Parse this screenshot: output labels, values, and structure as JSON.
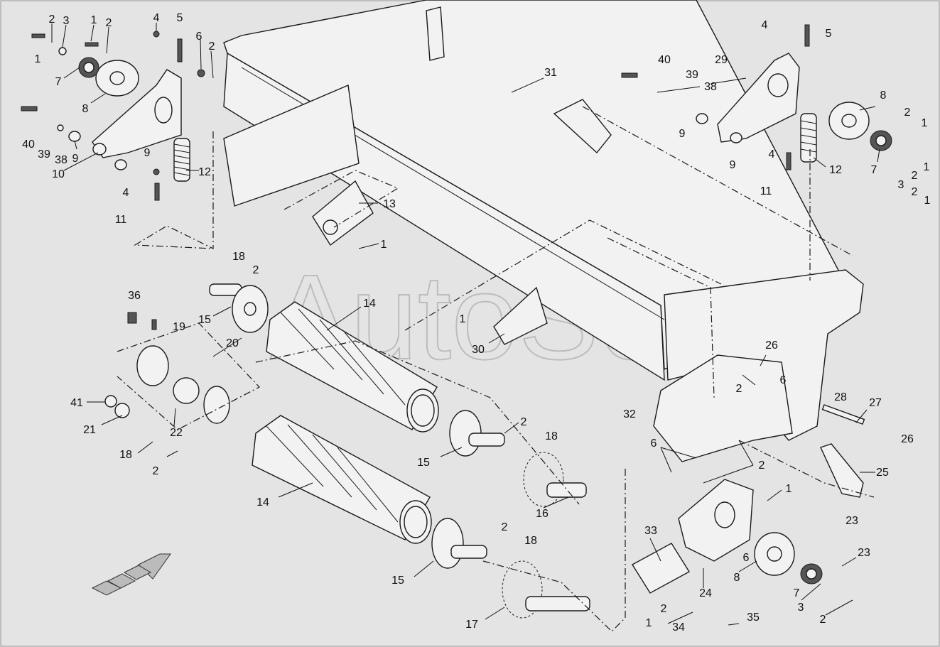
{
  "watermark": "AutoSoft",
  "callouts": [
    {
      "id": "c1",
      "text": "1"
    },
    {
      "id": "c2",
      "text": "2"
    },
    {
      "id": "c3",
      "text": "3"
    },
    {
      "id": "c4",
      "text": "1"
    },
    {
      "id": "c5",
      "text": "2"
    },
    {
      "id": "c6",
      "text": "4"
    },
    {
      "id": "c7",
      "text": "5"
    },
    {
      "id": "c8",
      "text": "6"
    },
    {
      "id": "c9",
      "text": "2"
    },
    {
      "id": "c10",
      "text": "7"
    },
    {
      "id": "c11",
      "text": "8"
    },
    {
      "id": "c12",
      "text": "40"
    },
    {
      "id": "c13",
      "text": "39"
    },
    {
      "id": "c14",
      "text": "38"
    },
    {
      "id": "c15",
      "text": "9"
    },
    {
      "id": "c16",
      "text": "9"
    },
    {
      "id": "c17",
      "text": "10"
    },
    {
      "id": "c18",
      "text": "12"
    },
    {
      "id": "c19",
      "text": "4"
    },
    {
      "id": "c20",
      "text": "11"
    },
    {
      "id": "c21",
      "text": "31"
    },
    {
      "id": "c22",
      "text": "13"
    },
    {
      "id": "c23",
      "text": "1"
    },
    {
      "id": "c24",
      "text": "18"
    },
    {
      "id": "c25",
      "text": "2"
    },
    {
      "id": "c26",
      "text": "36"
    },
    {
      "id": "c27",
      "text": "15"
    },
    {
      "id": "c28",
      "text": "14"
    },
    {
      "id": "c29",
      "text": "19"
    },
    {
      "id": "c30",
      "text": "20"
    },
    {
      "id": "c31",
      "text": "41"
    },
    {
      "id": "c32",
      "text": "21"
    },
    {
      "id": "c33",
      "text": "22"
    },
    {
      "id": "c34",
      "text": "18"
    },
    {
      "id": "c35",
      "text": "2"
    },
    {
      "id": "c36",
      "text": "1"
    },
    {
      "id": "c37",
      "text": "30"
    },
    {
      "id": "c38",
      "text": "14"
    },
    {
      "id": "c39",
      "text": "2"
    },
    {
      "id": "c40",
      "text": "18"
    },
    {
      "id": "c41",
      "text": "15"
    },
    {
      "id": "c42",
      "text": "16"
    },
    {
      "id": "c43",
      "text": "2"
    },
    {
      "id": "c44",
      "text": "18"
    },
    {
      "id": "c45",
      "text": "15"
    },
    {
      "id": "c46",
      "text": "17"
    },
    {
      "id": "c47",
      "text": "4"
    },
    {
      "id": "c48",
      "text": "5"
    },
    {
      "id": "c49",
      "text": "40"
    },
    {
      "id": "c50",
      "text": "39"
    },
    {
      "id": "c51",
      "text": "29"
    },
    {
      "id": "c52",
      "text": "38"
    },
    {
      "id": "c53",
      "text": "8"
    },
    {
      "id": "c54",
      "text": "2"
    },
    {
      "id": "c55",
      "text": "1"
    },
    {
      "id": "c56",
      "text": "9"
    },
    {
      "id": "c57",
      "text": "9"
    },
    {
      "id": "c58",
      "text": "4"
    },
    {
      "id": "c59",
      "text": "12"
    },
    {
      "id": "c60",
      "text": "7"
    },
    {
      "id": "c61",
      "text": "3"
    },
    {
      "id": "c62",
      "text": "2"
    },
    {
      "id": "c63",
      "text": "1"
    },
    {
      "id": "c64",
      "text": "11"
    },
    {
      "id": "c65",
      "text": "26"
    },
    {
      "id": "c66",
      "text": "2"
    },
    {
      "id": "c67",
      "text": "6"
    },
    {
      "id": "c68",
      "text": "32"
    },
    {
      "id": "c69",
      "text": "28"
    },
    {
      "id": "c70",
      "text": "27"
    },
    {
      "id": "c71",
      "text": "26"
    },
    {
      "id": "c72",
      "text": "6"
    },
    {
      "id": "c73",
      "text": "2"
    },
    {
      "id": "c74",
      "text": "25"
    },
    {
      "id": "c75",
      "text": "1"
    },
    {
      "id": "c76",
      "text": "23"
    },
    {
      "id": "c77",
      "text": "33"
    },
    {
      "id": "c78",
      "text": "6"
    },
    {
      "id": "c79",
      "text": "24"
    },
    {
      "id": "c80",
      "text": "8"
    },
    {
      "id": "c81",
      "text": "23"
    },
    {
      "id": "c82",
      "text": "7"
    },
    {
      "id": "c83",
      "text": "3"
    },
    {
      "id": "c84",
      "text": "2"
    },
    {
      "id": "c85",
      "text": "2"
    },
    {
      "id": "c86",
      "text": "1"
    },
    {
      "id": "c87",
      "text": "34"
    },
    {
      "id": "c88",
      "text": "35"
    },
    {
      "id": "c89",
      "text": "1"
    },
    {
      "id": "c90",
      "text": "2"
    }
  ]
}
